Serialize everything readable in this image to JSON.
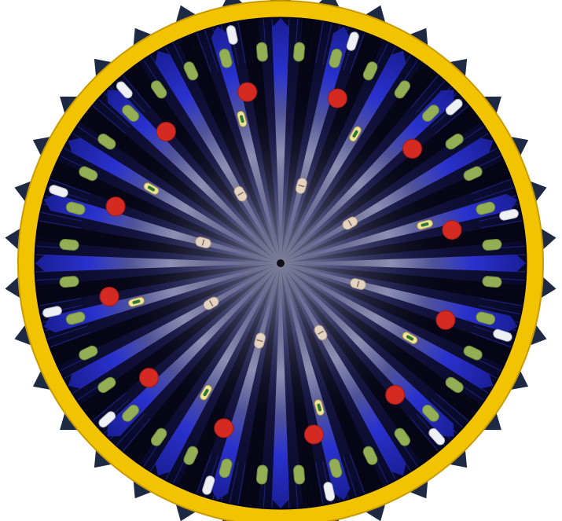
{
  "image": {
    "subject": "radial-symmetric-cell-diagram",
    "spokes": 24,
    "red_dots": 12,
    "green_pills": 36,
    "white_markers": 12,
    "beige_marks": 8,
    "yellow_marks": 8,
    "outer_spikes": 34
  },
  "colors": {
    "background": "#ffffff",
    "yellow_ring": "#f2c300",
    "yellow_ring_dark": "#c99a00",
    "spike": "#1e2a44",
    "outer_disc": "#0a0a2e",
    "blue_ray": "#2730d8",
    "grey_ray": "#8f90b4",
    "center": "#101016",
    "red_dot": "#d42a22",
    "green_pill": "#93ae55",
    "white_marker": "#eef0f4",
    "beige_mark": "#e3d3c2",
    "yellow_mark": "#efe29a",
    "inner_green": "#2f7a30"
  }
}
